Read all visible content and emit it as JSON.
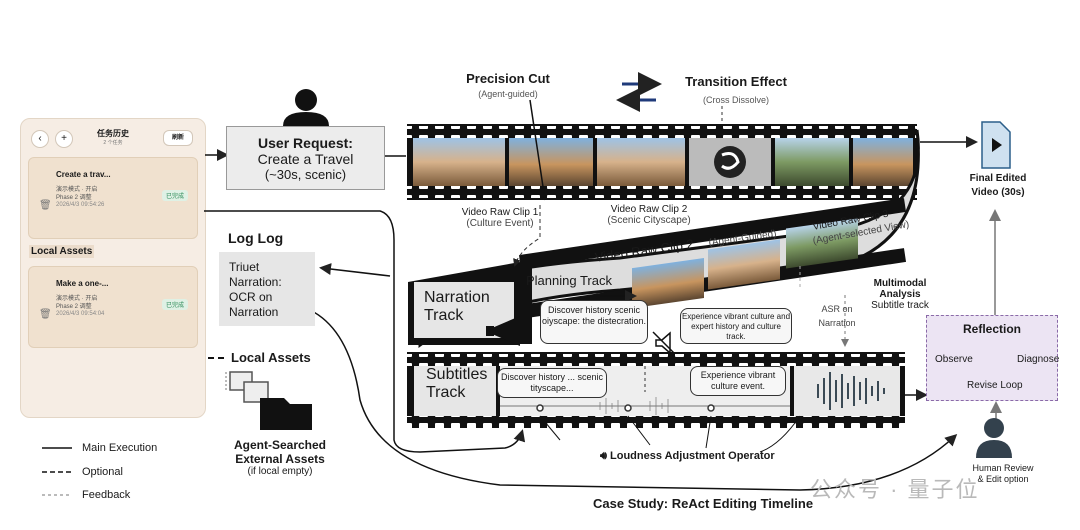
{
  "phone": {
    "header_title": "任务历史",
    "header_sub": "2 个任务",
    "refresh_label": "刷新",
    "back_icon": "chevron-left-icon",
    "add_icon": "plus-icon",
    "tasks": [
      {
        "title": "Create a trav...",
        "line1": "演示模式 · 开启",
        "line2": "Phase 2 调整",
        "time": "2026/4/3 09:54:26",
        "badge": "已完成"
      },
      {
        "title": "Make a one-...",
        "line1": "演示模式 · 开启",
        "line2": "Phase 2 调整",
        "time": "2026/4/3 09:54:04",
        "badge": "已完成"
      }
    ],
    "local_assets_label": "Local Assets"
  },
  "user_request": {
    "title": "User Request:",
    "line1": "Create a Travel",
    "line2": "(~30s, scenic)"
  },
  "log": {
    "title": "Log Log",
    "lines": [
      "Triuet",
      "Narration:",
      "OCR on",
      "Narration"
    ]
  },
  "local_assets": "Local Assets",
  "agent_assets": {
    "line1": "Agent-Searched",
    "line2": "External Assets",
    "sub": "(if local empty)"
  },
  "legend": [
    {
      "label": "Main Execution",
      "style": "solid"
    },
    {
      "label": "Optional",
      "style": "dashed"
    },
    {
      "label": "Feedback",
      "style": "dotted"
    }
  ],
  "precision_cut": {
    "title": "Precision Cut",
    "sub": "(Agent-guided)"
  },
  "transition": {
    "title": "Transition Effect",
    "sub": "(Cross Dissolve)"
  },
  "clip1": {
    "title": "Video Raw Clip 1",
    "sub": "(Culture Event)"
  },
  "clip2": {
    "title": "Video Raw Clip 2",
    "sub": "(Scenic Cityscape)"
  },
  "clip2b": {
    "title": "Video Raw Clip 2",
    "sub": "(Agent-Guided)"
  },
  "clip3": {
    "title": "Video Raw Clip 3",
    "sub": "(Agent-selected View)"
  },
  "narration_track": {
    "line1": "Narration",
    "line2": "Track"
  },
  "planning_track": "Planning Track",
  "bubble_narration": "Discover history scenic oiyscape: the distecration.",
  "bubble_narration2": "Experience vibrant culture and expert history and culture track.",
  "asr": {
    "line1": "ASR on",
    "line2": "Narration"
  },
  "multimodal": {
    "line1": "Multimodal",
    "line2": "Analysis",
    "sub": "Subtitle track"
  },
  "subtitles_track": {
    "line1": "Subtitles",
    "line2": "Track"
  },
  "bubble_sub1": "Discover history ... scenic tityscape...",
  "bubble_sub2": "Experience vibrant culture event.",
  "loudness": "Loudness Adjustment Operator",
  "case_study": "Case Study: ReAct Editing Timeline",
  "final_video": {
    "line1": "Final Edited",
    "line2": "Video (30s)"
  },
  "reflection": {
    "title": "Reflection",
    "observe": "Observe",
    "diagnose": "Diagnose",
    "revise": "Revise Loop"
  },
  "human_review": {
    "line1": "Human Review",
    "line2": "& Edit option"
  },
  "watermark": "公众号 · 量子位",
  "colors": {
    "film": "#111111",
    "reflection_bg": "#ece4f3",
    "reflection_border": "#8a6aa8",
    "phone_bg": "#f6ede4"
  }
}
